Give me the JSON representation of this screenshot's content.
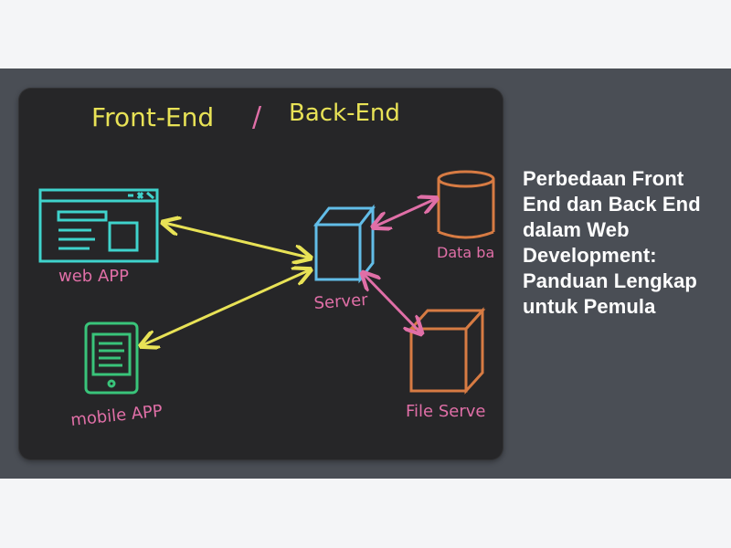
{
  "article": {
    "title": "Perbedaan Front End dan Back End dalam Web Development: Panduan Lengkap untuk Pemula"
  },
  "diagram": {
    "heading_left": "Front-End",
    "heading_slash": "/",
    "heading_right": "Back-End",
    "web_app_label": "web APP",
    "mobile_app_label": "mobile APP",
    "server_label": "Server",
    "database_label": "Data ba",
    "file_server_label": "File Serve"
  },
  "colors": {
    "band": "#4a4e55",
    "board": "#262628",
    "chalk_yellow": "#e8e256",
    "chalk_teal": "#3fd3cc",
    "chalk_pink": "#e06fa7",
    "chalk_blue": "#62bde8",
    "chalk_orange": "#d77b43",
    "chalk_green": "#39c47a"
  }
}
